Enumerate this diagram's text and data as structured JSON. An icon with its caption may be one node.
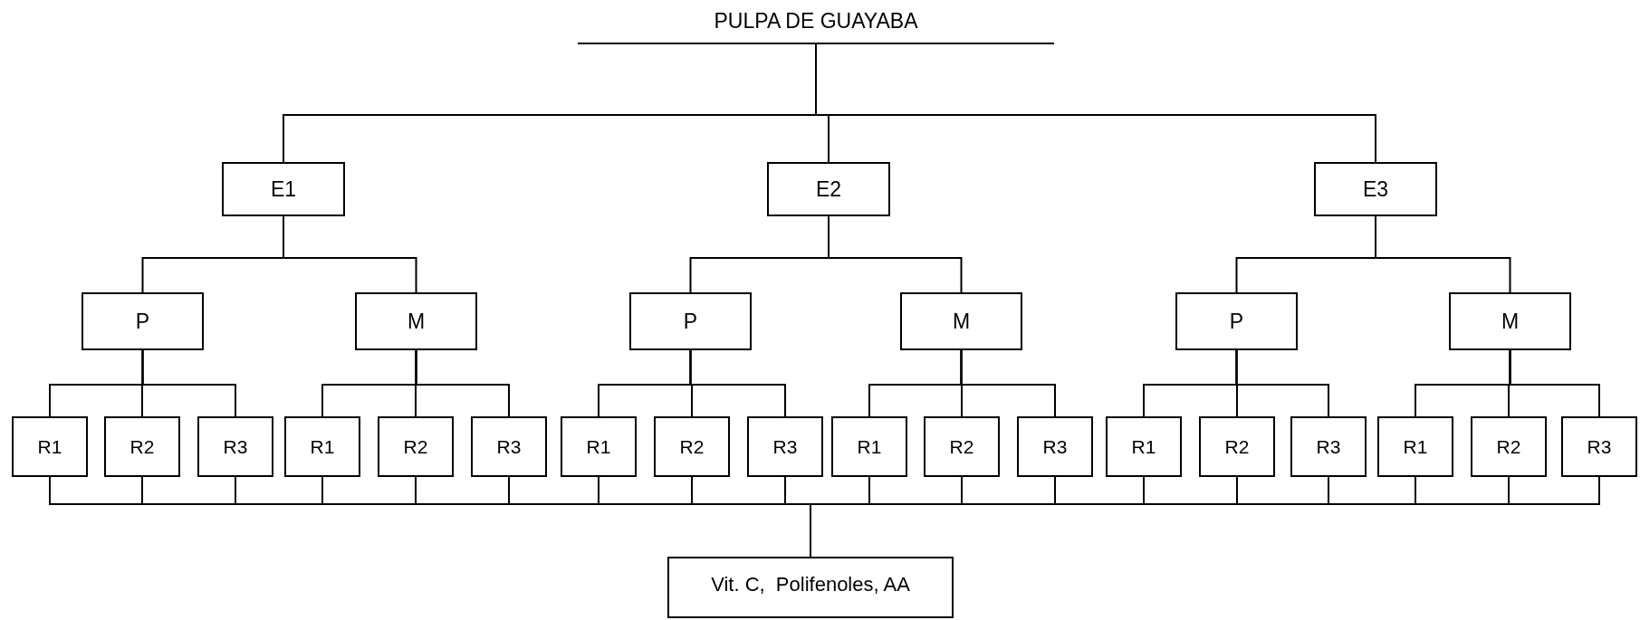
{
  "diagram": {
    "nodes": [
      {
        "text": [
          "PULPA DE GUAYABA"
        ]
      },
      {
        "text": [
          "E1"
        ]
      },
      {
        "text": [
          "E2"
        ]
      },
      {
        "text": [
          "E3"
        ]
      },
      {
        "text": [
          "P"
        ]
      },
      {
        "text": [
          "M"
        ]
      },
      {
        "text": [
          "P"
        ]
      },
      {
        "text": [
          "M"
        ]
      },
      {
        "text": [
          "P"
        ]
      },
      {
        "text": [
          "M"
        ]
      },
      {
        "text": [
          "R1"
        ]
      },
      {
        "text": [
          "R2"
        ]
      },
      {
        "text": [
          "R3"
        ]
      },
      {
        "text": [
          "R1"
        ]
      },
      {
        "text": [
          "R2"
        ]
      },
      {
        "text": [
          "R3"
        ]
      },
      {
        "text": [
          "R1"
        ]
      },
      {
        "text": [
          "R2"
        ]
      },
      {
        "text": [
          "R3"
        ]
      },
      {
        "text": [
          "R1"
        ]
      },
      {
        "text": [
          "R2"
        ]
      },
      {
        "text": [
          "R3"
        ]
      },
      {
        "text": [
          "R1"
        ]
      },
      {
        "text": [
          "R2"
        ]
      },
      {
        "text": [
          "R3"
        ]
      },
      {
        "text": [
          "R1"
        ]
      },
      {
        "text": [
          "R2"
        ]
      },
      {
        "text": [
          "R3"
        ]
      },
      {
        "text": [
          "Vit. C,  Polifenoles, AA"
        ]
      }
    ],
    "edges": [
      {
        "from": 0,
        "to": 1,
        "arrow": "none"
      },
      {
        "from": 0,
        "to": 2,
        "arrow": "none"
      },
      {
        "from": 0,
        "to": 3,
        "arrow": "none"
      },
      {
        "from": 1,
        "to": 4,
        "arrow": "none"
      },
      {
        "from": 1,
        "to": 5,
        "arrow": "none"
      },
      {
        "from": 2,
        "to": 6,
        "arrow": "none"
      },
      {
        "from": 2,
        "to": 7,
        "arrow": "none"
      },
      {
        "from": 3,
        "to": 8,
        "arrow": "none"
      },
      {
        "from": 3,
        "to": 9,
        "arrow": "none"
      },
      {
        "from": 4,
        "to": 10,
        "arrow": "none"
      },
      {
        "from": 4,
        "to": 11,
        "arrow": "none"
      },
      {
        "from": 4,
        "to": 12,
        "arrow": "none"
      },
      {
        "from": 5,
        "to": 13,
        "arrow": "none"
      },
      {
        "from": 5,
        "to": 14,
        "arrow": "none"
      },
      {
        "from": 5,
        "to": 15,
        "arrow": "none"
      },
      {
        "from": 6,
        "to": 16,
        "arrow": "none"
      },
      {
        "from": 6,
        "to": 17,
        "arrow": "none"
      },
      {
        "from": 6,
        "to": 18,
        "arrow": "none"
      },
      {
        "from": 7,
        "to": 19,
        "arrow": "none"
      },
      {
        "from": 7,
        "to": 20,
        "arrow": "none"
      },
      {
        "from": 7,
        "to": 21,
        "arrow": "none"
      },
      {
        "from": 8,
        "to": 22,
        "arrow": "none"
      },
      {
        "from": 8,
        "to": 23,
        "arrow": "none"
      },
      {
        "from": 8,
        "to": 24,
        "arrow": "none"
      },
      {
        "from": 9,
        "to": 25,
        "arrow": "none"
      },
      {
        "from": 9,
        "to": 26,
        "arrow": "none"
      },
      {
        "from": 9,
        "to": 27,
        "arrow": "none"
      },
      {
        "from": 10,
        "to": 28,
        "arrow": "none"
      },
      {
        "from": 11,
        "to": 28,
        "arrow": "none"
      },
      {
        "from": 12,
        "to": 28,
        "arrow": "none"
      },
      {
        "from": 13,
        "to": 28,
        "arrow": "none"
      },
      {
        "from": 14,
        "to": 28,
        "arrow": "none"
      },
      {
        "from": 15,
        "to": 28,
        "arrow": "none"
      },
      {
        "from": 16,
        "to": 28,
        "arrow": "none"
      },
      {
        "from": 17,
        "to": 28,
        "arrow": "none"
      },
      {
        "from": 18,
        "to": 28,
        "arrow": "none"
      },
      {
        "from": 19,
        "to": 28,
        "arrow": "none"
      },
      {
        "from": 20,
        "to": 28,
        "arrow": "none"
      },
      {
        "from": 21,
        "to": 28,
        "arrow": "none"
      },
      {
        "from": 22,
        "to": 28,
        "arrow": "none"
      },
      {
        "from": 23,
        "to": 28,
        "arrow": "none"
      },
      {
        "from": 24,
        "to": 28,
        "arrow": "none"
      },
      {
        "from": 25,
        "to": 28,
        "arrow": "none"
      },
      {
        "from": 26,
        "to": 28,
        "arrow": "none"
      },
      {
        "from": 27,
        "to": 28,
        "arrow": "none"
      }
    ]
  }
}
